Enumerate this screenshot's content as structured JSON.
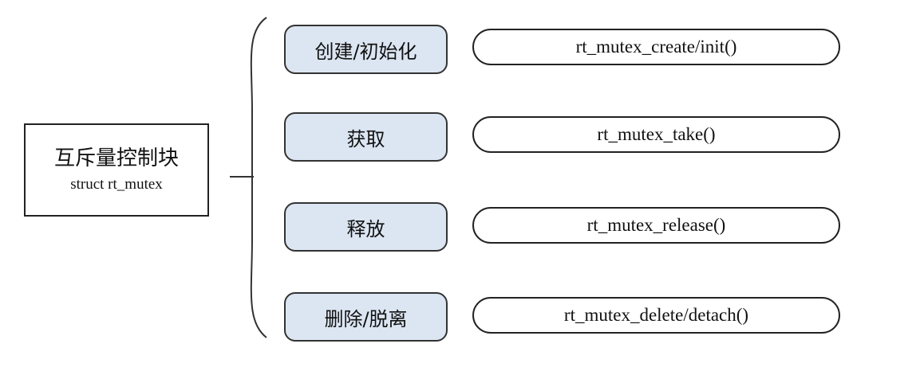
{
  "root": {
    "title": "互斥量控制块",
    "subtitle": "struct rt_mutex"
  },
  "operations": [
    {
      "label": "创建/初始化",
      "function": "rt_mutex_create/init()"
    },
    {
      "label": "获取",
      "function": "rt_mutex_take()"
    },
    {
      "label": "释放",
      "function": "rt_mutex_release()"
    },
    {
      "label": "删除/脱离",
      "function": "rt_mutex_delete/detach()"
    }
  ],
  "colors": {
    "operation_fill": "#dce6f2",
    "stroke": "#222222"
  }
}
